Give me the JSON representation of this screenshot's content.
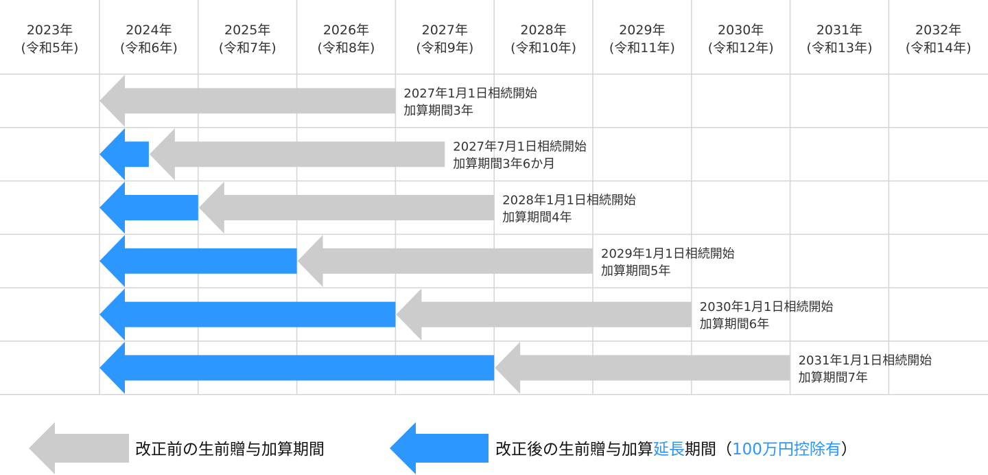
{
  "colors": {
    "gray": "#cccccc",
    "blue": "#2b97ff",
    "grid": "#d4d4d4",
    "highlight": "#2b95fb"
  },
  "columns": [
    {
      "year": "2023年",
      "era": "(令和5年)"
    },
    {
      "year": "2024年",
      "era": "(令和6年)"
    },
    {
      "year": "2025年",
      "era": "(令和7年)"
    },
    {
      "year": "2026年",
      "era": "(令和8年)"
    },
    {
      "year": "2027年",
      "era": "(令和9年)"
    },
    {
      "year": "2028年",
      "era": "(令和10年)"
    },
    {
      "year": "2029年",
      "era": "(令和11年)"
    },
    {
      "year": "2030年",
      "era": "(令和12年)"
    },
    {
      "year": "2031年",
      "era": "(令和13年)"
    },
    {
      "year": "2032年",
      "era": "(令和14年)"
    }
  ],
  "rows": [
    {
      "line1": "2027年1月1日相続開始",
      "line2": "加算期間3年",
      "inheritance_start_year": 2027.0,
      "extension_years": 0
    },
    {
      "line1": "2027年7月1日相続開始",
      "line2": "加算期間3年6か月",
      "inheritance_start_year": 2027.5,
      "extension_years": 0.5
    },
    {
      "line1": "2028年1月1日相続開始",
      "line2": "加算期間4年",
      "inheritance_start_year": 2028.0,
      "extension_years": 1
    },
    {
      "line1": "2029年1月1日相続開始",
      "line2": "加算期間5年",
      "inheritance_start_year": 2029.0,
      "extension_years": 2
    },
    {
      "line1": "2030年1月1日相続開始",
      "line2": "加算期間6年",
      "inheritance_start_year": 2030.0,
      "extension_years": 3
    },
    {
      "line1": "2031年1月1日相続開始",
      "line2": "加算期間7年",
      "inheritance_start_year": 2031.0,
      "extension_years": 4
    }
  ],
  "legend": {
    "before": "改正前の生前贈与加算期間",
    "after_part1": "改正後の生前贈与加算",
    "after_part2": "延長",
    "after_part3": "期間（",
    "after_part4": "100万円控除有",
    "after_part5": "）"
  }
}
